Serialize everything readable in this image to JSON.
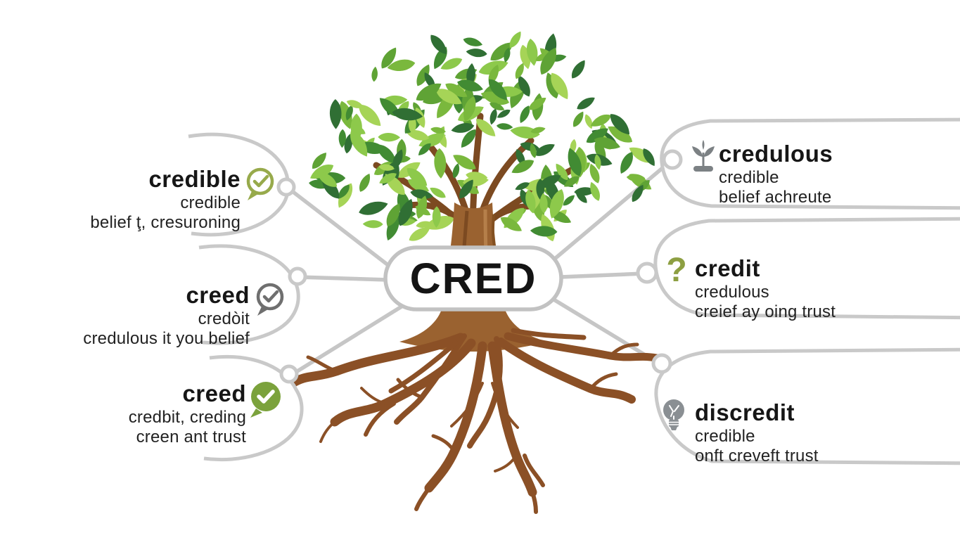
{
  "root_node": {
    "label": "CRED"
  },
  "branches": {
    "left": [
      {
        "word": "credible",
        "icon": "check-circle-speech-outline-green-icon",
        "lines": [
          "credible",
          "belief ţ, cresuroning"
        ]
      },
      {
        "word": "creed",
        "icon": "check-circle-speech-outline-gray-icon",
        "lines": [
          "credòit",
          "credulous it you belief"
        ]
      },
      {
        "word": "creed",
        "icon": "check-circle-speech-solid-green-icon",
        "lines": [
          "credbit, creding",
          "creen ant trust"
        ]
      }
    ],
    "right": [
      {
        "word": "credulous",
        "icon": "sprout-icon",
        "lines": [
          "credible",
          "belief achreute"
        ]
      },
      {
        "word": "credit",
        "icon": "question-mark-icon",
        "lines": [
          "credulous",
          "creief ay oing trust"
        ]
      },
      {
        "word": "discredit",
        "icon": "lightbulb-icon",
        "lines": [
          "credible",
          "onft creveft trust"
        ]
      }
    ]
  },
  "icons": {
    "question_glyph": "?"
  },
  "colors": {
    "background": "#ffffff",
    "text": "#1c1c1c",
    "connector_gray": "#c6c6c6",
    "bubble_outline": "#c9c9c9",
    "accent_green": "#97aa4b",
    "solid_check_green": "#7ba23c",
    "icon_gray": "#6f6f6f",
    "trunk_brown": "#9a6230",
    "root_brown": "#8b5026",
    "leaf_greens": [
      "#7ab83d",
      "#5fa335",
      "#418b33",
      "#8dc94b",
      "#306f34",
      "#a6d457"
    ]
  }
}
